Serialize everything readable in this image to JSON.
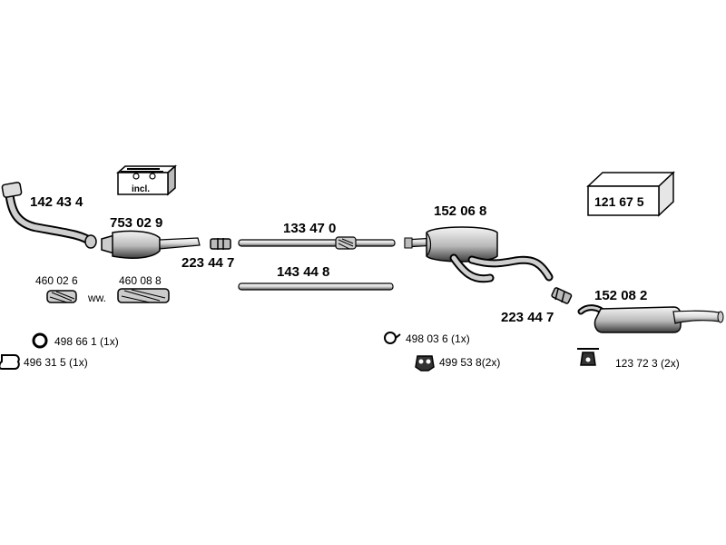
{
  "parts": {
    "front_pipe": "142 43 4",
    "catalyst": "753 02 9",
    "catalyst_kit_label": "incl.",
    "clamp_front": "223 44 7",
    "middle_pipe_a": "133 47 0",
    "middle_pipe_b": "143 44 8",
    "flex_a": "460 02 6",
    "flex_b": "460 08 8",
    "flex_separator": "ww.",
    "middle_silencer": "152 06 8",
    "mounting_kit": "121 67 5",
    "clamp_rear": "223 44 7",
    "rear_silencer": "152 08 2"
  },
  "hardware": {
    "ring_left": "498 66 1 (1x)",
    "gasket_left": "496 31 5 (1x)",
    "ring_mid": "498 03 6 (1x)",
    "hanger_mid": "499 53 8(2x)",
    "hanger_rear": "123 72 3 (2x)"
  }
}
